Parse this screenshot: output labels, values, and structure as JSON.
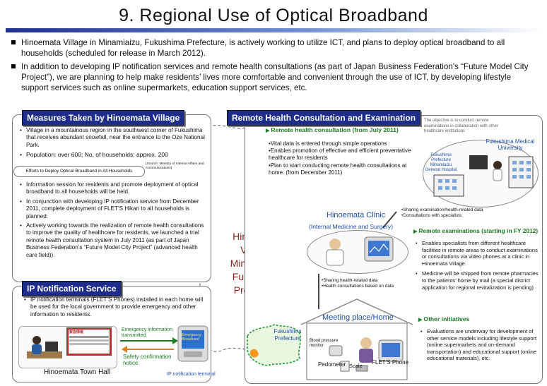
{
  "title": "9. Regional Use of Optical Broadband",
  "intro": [
    "Hinoemata Village in Minamiaizu, Fukushima Prefecture, is actively working to utilize ICT, and plans to deploy optical broadband to all households (scheduled for release in March 2012).",
    "In addition to developing IP notification services and remote health consultations (as part of Japan Business Federation’s “Future Model City Project”), we are planning to help make residents’ lives more comfortable and convenient through the use of ICT, by developing lifestyle support services such as online supermarkets, education support services, etc."
  ],
  "measures": {
    "header": "Measures Taken by Hinoemata Village",
    "items": [
      "Village in a mountainous region in the southwest corner of Fukushima that receives abundant snowfall, near the entrance to the Oze National Park.",
      "Population: over 600; No. of households: approx. 200"
    ],
    "source": "(Source: Ministry of Internal Affairs and Communications)",
    "efforts_label": "Efforts to Deploy Optical Broadband in All Households",
    "efforts": [
      "Information session for residents and promote deployment of optical broadband to all households will be held.",
      "In conjunction with developing IP notification service from December 2011, complete deployment of FLET’S Hikari to all households is planned.",
      "Actively working towards the realization of remote health consultations to improve the quality of healthcare for residents, we launched a trial remote health consultation system in July 2011 (as part of Japan Business Federation’s “Future Model City Project” (advanced health care field))."
    ]
  },
  "ip": {
    "header": "IP Notification Service",
    "items": [
      "IP notification terminals (FLET’S Phones) installed in each home will be used for the local government to provide emergency and other information to residents."
    ],
    "emergency_label": "Emergency information transmitted",
    "safety_label": "Safety confirmation notice",
    "town_hall": "Hinoemata Town Hall",
    "terminal_label": "IP notification terminal",
    "screen_emergency": "Emergency Broadcast",
    "screen_mini": "緊急情報"
  },
  "map": {
    "label": "Hinoemata Village, Minamiaizu, Fukushima Prefecture",
    "line1": "Hinoemata",
    "line2": "Village,",
    "line3": "Minamiaizu,",
    "line4": "Fukushima",
    "line5": "Prefecture"
  },
  "remote": {
    "header": "Remote Health Consultation and Examination",
    "consult_head": "Remote health consultation (from July 2011)",
    "consult_items": [
      "Vital data is entered through simple operations",
      "Enables promotion of effective and efficient preventative healthcare for residents",
      "Plan to start conducting remote health consultations at home. (from December 2011)"
    ],
    "objective": "The objective is to conduct remote examinations in collaboration with other healthcare institutions",
    "univ": "Fukushima Medical University",
    "pref_hosp": "Fukushima Prefecture Minamiaizu General Hospital",
    "clinic": "Hinoemata Clinic",
    "clinic_sub": "(Internal Medicine and Surgery)",
    "sharing1_a": "Sharing examination/health-related data",
    "sharing1_b": "Consultations with specialists",
    "sharing2_a": "Sharing health-related data",
    "sharing2_b": "Health consultations based on data",
    "exam_head": "Remote examinations (starting in FY 2012)",
    "exam_items": [
      "Enables specialists from different healthcare facilities in remote areas to conduct examinations or consultations via video phones at a clinic in Hinoemata Village.",
      "Medicine will be shipped from remote pharmacies to the patients’ home by mail (a special district application for regional revitalization is pending)"
    ],
    "other_head": "Other initiatives",
    "other_items": [
      "Evaluations are underway for development of other service models including lifestyle support (online supermarkets and on-demand transportation) and educational support (online educational materials), etc."
    ],
    "meeting": "Meeting place/Home",
    "fukushima_pref": "Fukushima Prefecture",
    "bp_monitor": "Blood pressure monitor",
    "pedometer": "Pedometer",
    "scale": "Scale",
    "flets_phone": "FLET’S Phone"
  },
  "colors": {
    "header_bg": "#1f2d8a",
    "green": "#1e7a23",
    "map_text": "#8a1f1f",
    "blue_label": "#1f4fa6"
  }
}
